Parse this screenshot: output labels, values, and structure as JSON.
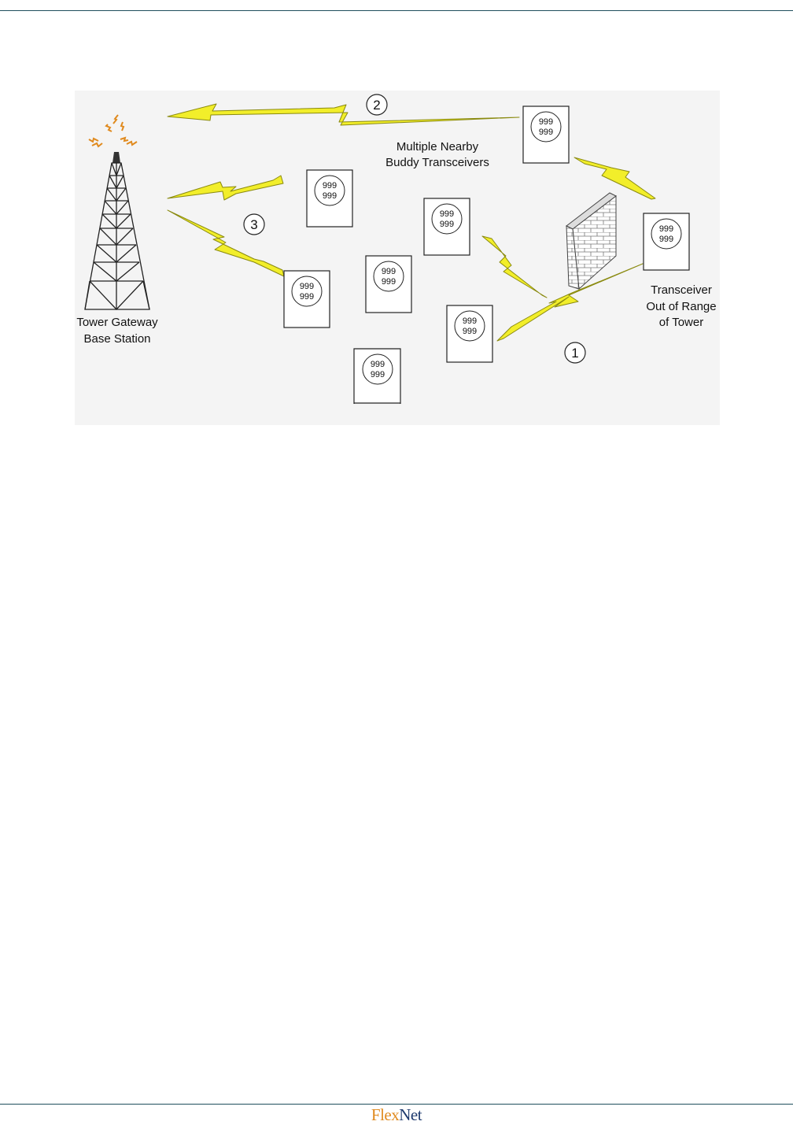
{
  "diagram": {
    "labels": {
      "tower": [
        "Tower Gateway",
        "Base Station"
      ],
      "buddy": [
        "Multiple Nearby",
        "Buddy Transceivers"
      ],
      "out_of_range": [
        "Transceiver",
        "Out of Range",
        "of Tower"
      ]
    },
    "steps": [
      "1",
      "2",
      "3"
    ],
    "meter_reading": [
      "999",
      "999"
    ],
    "colors": {
      "signal": "#f2ee2a",
      "signal_stroke": "#8a8a10",
      "antenna_burst": "#e08a1e",
      "background": "#f4f4f4"
    }
  },
  "footer": {
    "logo_part1": "Flex",
    "logo_part2": "Net"
  }
}
